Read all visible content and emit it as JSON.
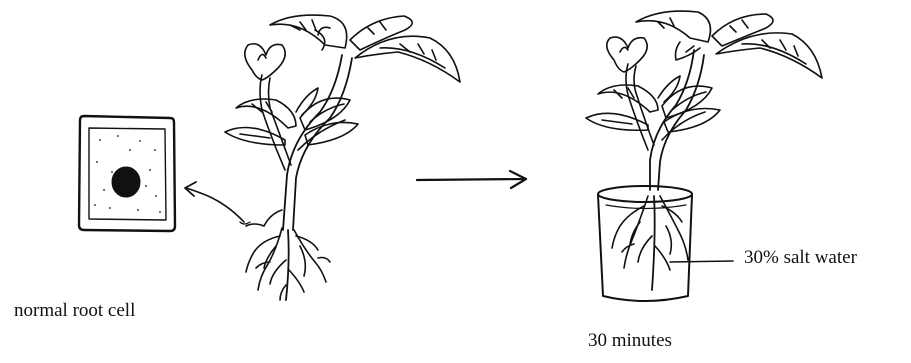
{
  "labels": {
    "normal_root_cell": "normal root cell",
    "salt_water": "30% salt water",
    "time": "30 minutes"
  },
  "colors": {
    "ink": "#111111",
    "background": "#ffffff"
  }
}
